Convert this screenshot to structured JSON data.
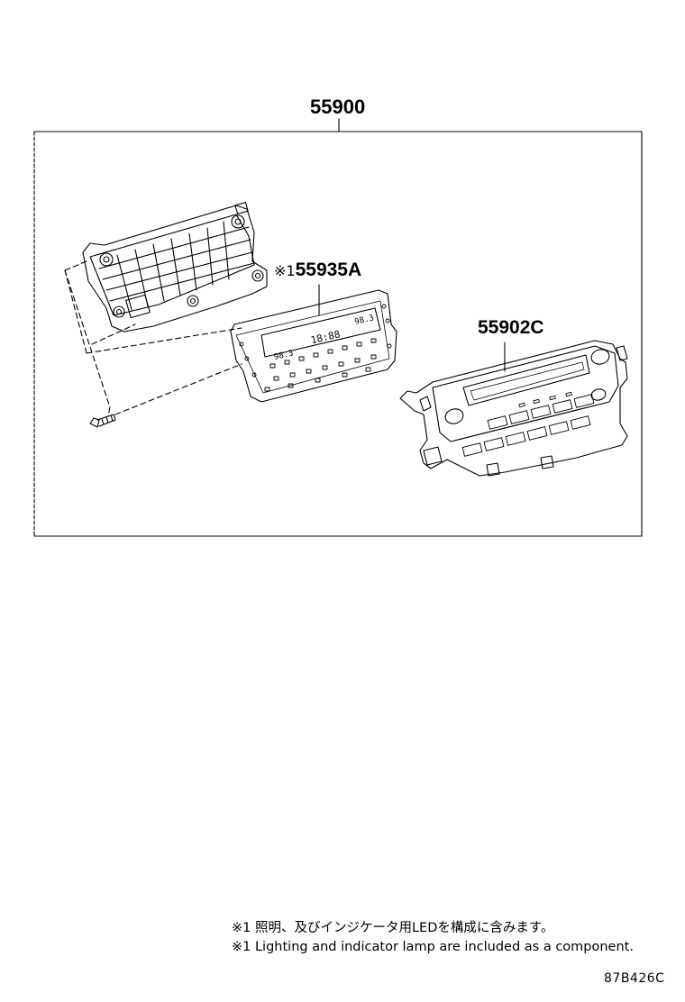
{
  "part_numbers": {
    "assembly": "55900",
    "printed_board": "55935A",
    "panel": "55902C"
  },
  "markers": {
    "note_ref": "※1"
  },
  "footnotes": {
    "japanese": "※1 照明、及びインジケータ用LEDを構成に含みます。",
    "english": "※1 Lighting and indicator lamp are included as a component."
  },
  "display": {
    "left_temp": "98.3",
    "clock": "18:88",
    "right_temp": "98.3"
  },
  "illustration_code": "87B426C"
}
